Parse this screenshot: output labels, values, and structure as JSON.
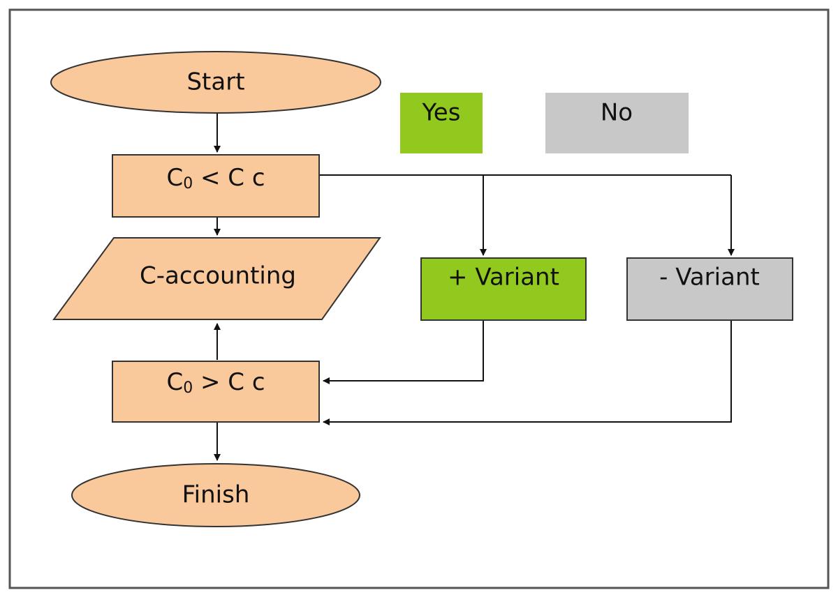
{
  "colors": {
    "node_fill": "#f9c89b",
    "yes_fill": "#92c91e",
    "no_fill": "#c8c8c8",
    "line": "#111111",
    "frame": "#555555"
  },
  "legend": {
    "yes": "Yes",
    "no": "No"
  },
  "nodes": {
    "start": "Start",
    "cond_less_prefix": "C",
    "cond_less_sub": "0",
    "cond_less_suffix": " < C c",
    "accounting": "C-accounting",
    "cond_greater_prefix": "C",
    "cond_greater_sub": "0",
    "cond_greater_suffix": " > C c",
    "finish": "Finish",
    "plus_variant": "+ Variant",
    "minus_variant": "- Variant"
  }
}
